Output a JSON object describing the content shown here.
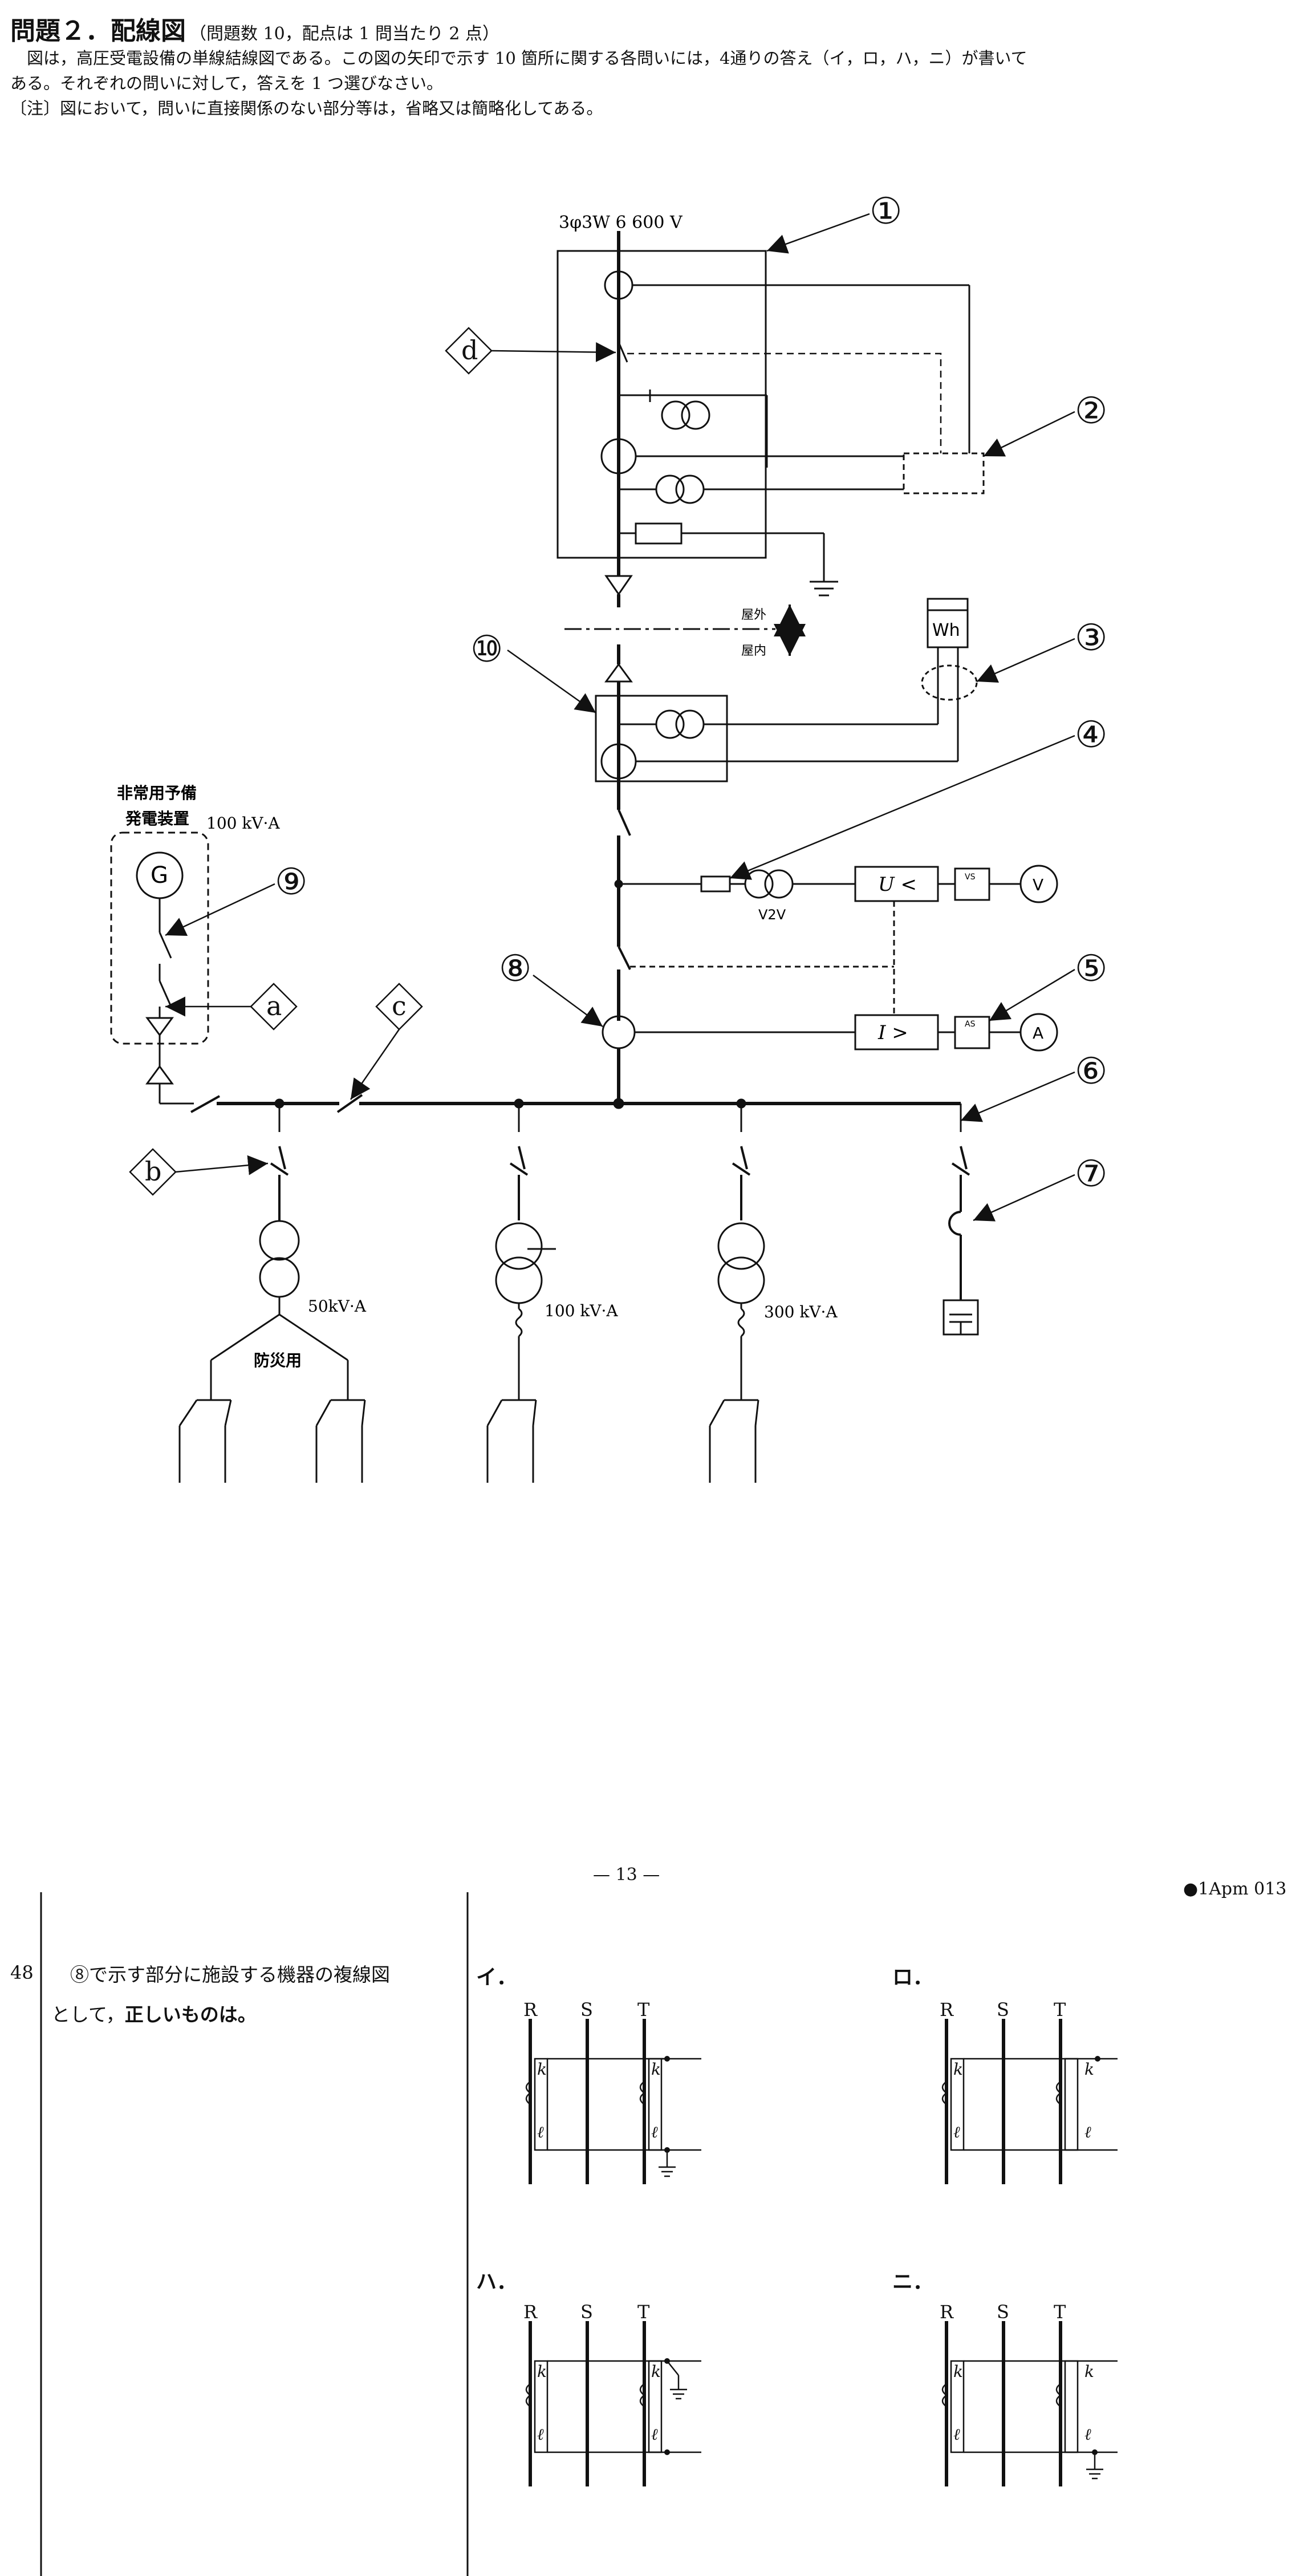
{
  "header": {
    "title": "問題２．配線図",
    "subtitle": "（問題数 10，配点は 1 問当たり 2 点）",
    "intro_line1": "　図は，高圧受電設備の単線結線図である。この図の矢印で示す 10 箇所に関する各問いには，4通りの答え（イ，ロ，ハ，ニ）が書いて",
    "intro_line2": "ある。それぞれの問いに対して，答えを 1 つ選びなさい。",
    "note": "〔注〕図において，問いに直接関係のない部分等は，省略又は簡略化してある。"
  },
  "diagram": {
    "supply_label": "3φ3W  6 600 V",
    "outdoor_label": "屋外",
    "indoor_label": "屋内",
    "wh_label": "Wh",
    "v2v_label": "V2V",
    "uv_relay_label": "U <",
    "oc_relay_label": "I >",
    "vs_label": "VS",
    "as_label": "AS",
    "voltmeter_label": "V",
    "ammeter_label": "A",
    "generator_title_line1": "非常用予備",
    "generator_title_line2": "発電装置",
    "generator_rating": "100 kV·A",
    "generator_symbol": "G",
    "transformer1_rating": "50kV·A",
    "transformer1_use": "防災用",
    "transformer2_rating": "100 kV·A",
    "transformer3_rating": "300 kV·A",
    "callouts": [
      "①",
      "②",
      "③",
      "④",
      "⑤",
      "⑥",
      "⑦",
      "⑧",
      "⑨",
      "⑩"
    ],
    "diamond_labels": [
      "d",
      "a",
      "c",
      "b"
    ]
  },
  "footer": {
    "page_number": "— 13 —",
    "code": "●1Apm  013"
  },
  "question": {
    "number": "48",
    "text_line1": "　⑧で示す部分に施設する機器の複線図",
    "text_line2_normal": "として，",
    "text_line2_bold": "正しいものは。",
    "options": [
      {
        "label": "イ．"
      },
      {
        "label": "ロ．"
      },
      {
        "label": "ハ．"
      },
      {
        "label": "ニ．"
      }
    ],
    "phases": [
      "R",
      "S",
      "T"
    ],
    "terminal_k": "k",
    "terminal_l": "ℓ"
  }
}
